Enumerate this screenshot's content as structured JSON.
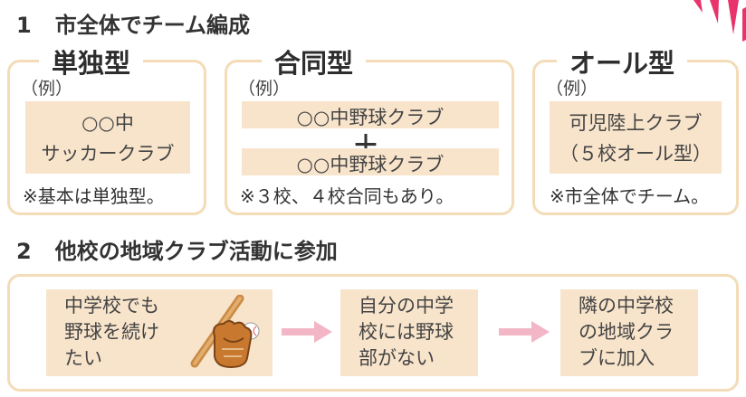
{
  "section1": {
    "number": "1",
    "title": "市全体でチーム編成"
  },
  "section2": {
    "number": "2",
    "title": "他校の地域クラブ活動に参加"
  },
  "panels": [
    {
      "title": "単独型",
      "example": "（例）",
      "lines": [
        "○○中",
        "サッカークラブ"
      ],
      "note": "※基本は単独型。"
    },
    {
      "title": "合同型",
      "example": "（例）",
      "line1": "○○中野球クラブ",
      "plus": "＋",
      "line2": "○○中野球クラブ",
      "note": "※３校、４校合同もあり。"
    },
    {
      "title": "オール型",
      "example": "（例）",
      "lines": [
        "可児陸上クラブ",
        "（５校オール型）"
      ],
      "note": "※市全体でチーム。"
    }
  ],
  "flow": {
    "box1": [
      "中学校でも",
      "野球を続け",
      "たい"
    ],
    "box2": [
      "自分の中学",
      "校には野球",
      "部がない"
    ],
    "box3": [
      "隣の中学校",
      "の地域クラ",
      "ブに加入"
    ]
  },
  "icons": {
    "decoration": "accent-lines-icon",
    "baseball": "baseball-glove-bat-icon",
    "arrow": "arrow-right-icon"
  },
  "colors": {
    "panel_border": "#f3dcb7",
    "fill": "#f8e4cb",
    "accent": "#e8336d",
    "arrow": "#f2b6c6"
  }
}
